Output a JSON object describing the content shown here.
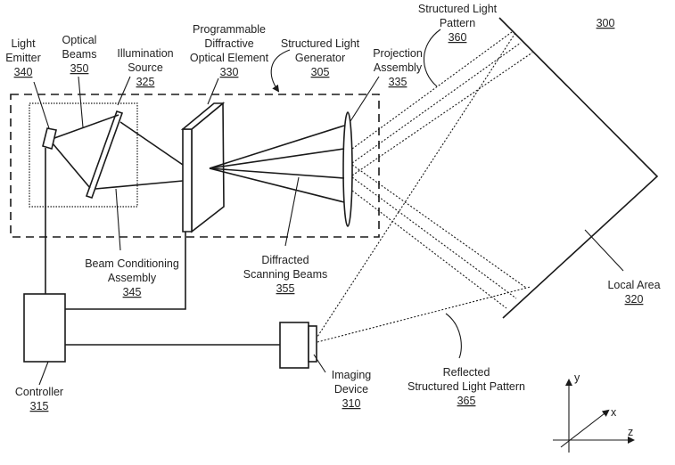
{
  "figure": {
    "ref": "300"
  },
  "labels": {
    "light_emitter": {
      "lines": [
        "Light",
        "Emitter"
      ],
      "ref": "340"
    },
    "optical_beams": {
      "lines": [
        "Optical",
        "Beams"
      ],
      "ref": "350"
    },
    "illumination_source": {
      "lines": [
        "Illumination",
        "Source"
      ],
      "ref": "325"
    },
    "pdoe": {
      "lines": [
        "Programmable",
        "Diffractive",
        "Optical Element"
      ],
      "ref": "330"
    },
    "slg": {
      "lines": [
        "Structured Light",
        "Generator"
      ],
      "ref": "305"
    },
    "projection_assembly": {
      "lines": [
        "Projection",
        "Assembly"
      ],
      "ref": "335"
    },
    "structured_light_pattern": {
      "lines": [
        "Structured Light",
        "Pattern"
      ],
      "ref": "360"
    },
    "beam_conditioning": {
      "lines": [
        "Beam Conditioning",
        "Assembly"
      ],
      "ref": "345"
    },
    "diffracted_beams": {
      "lines": [
        "Diffracted",
        "Scanning Beams"
      ],
      "ref": "355"
    },
    "local_area": {
      "lines": [
        "Local Area"
      ],
      "ref": "320"
    },
    "controller": {
      "lines": [
        "Controller"
      ],
      "ref": "315"
    },
    "imaging_device": {
      "lines": [
        "Imaging",
        "Device"
      ],
      "ref": "310"
    },
    "reflected_pattern": {
      "lines": [
        "Reflected",
        "Structured Light Pattern"
      ],
      "ref": "365"
    }
  },
  "axes": {
    "y": "y",
    "x": "x",
    "z": "z"
  }
}
